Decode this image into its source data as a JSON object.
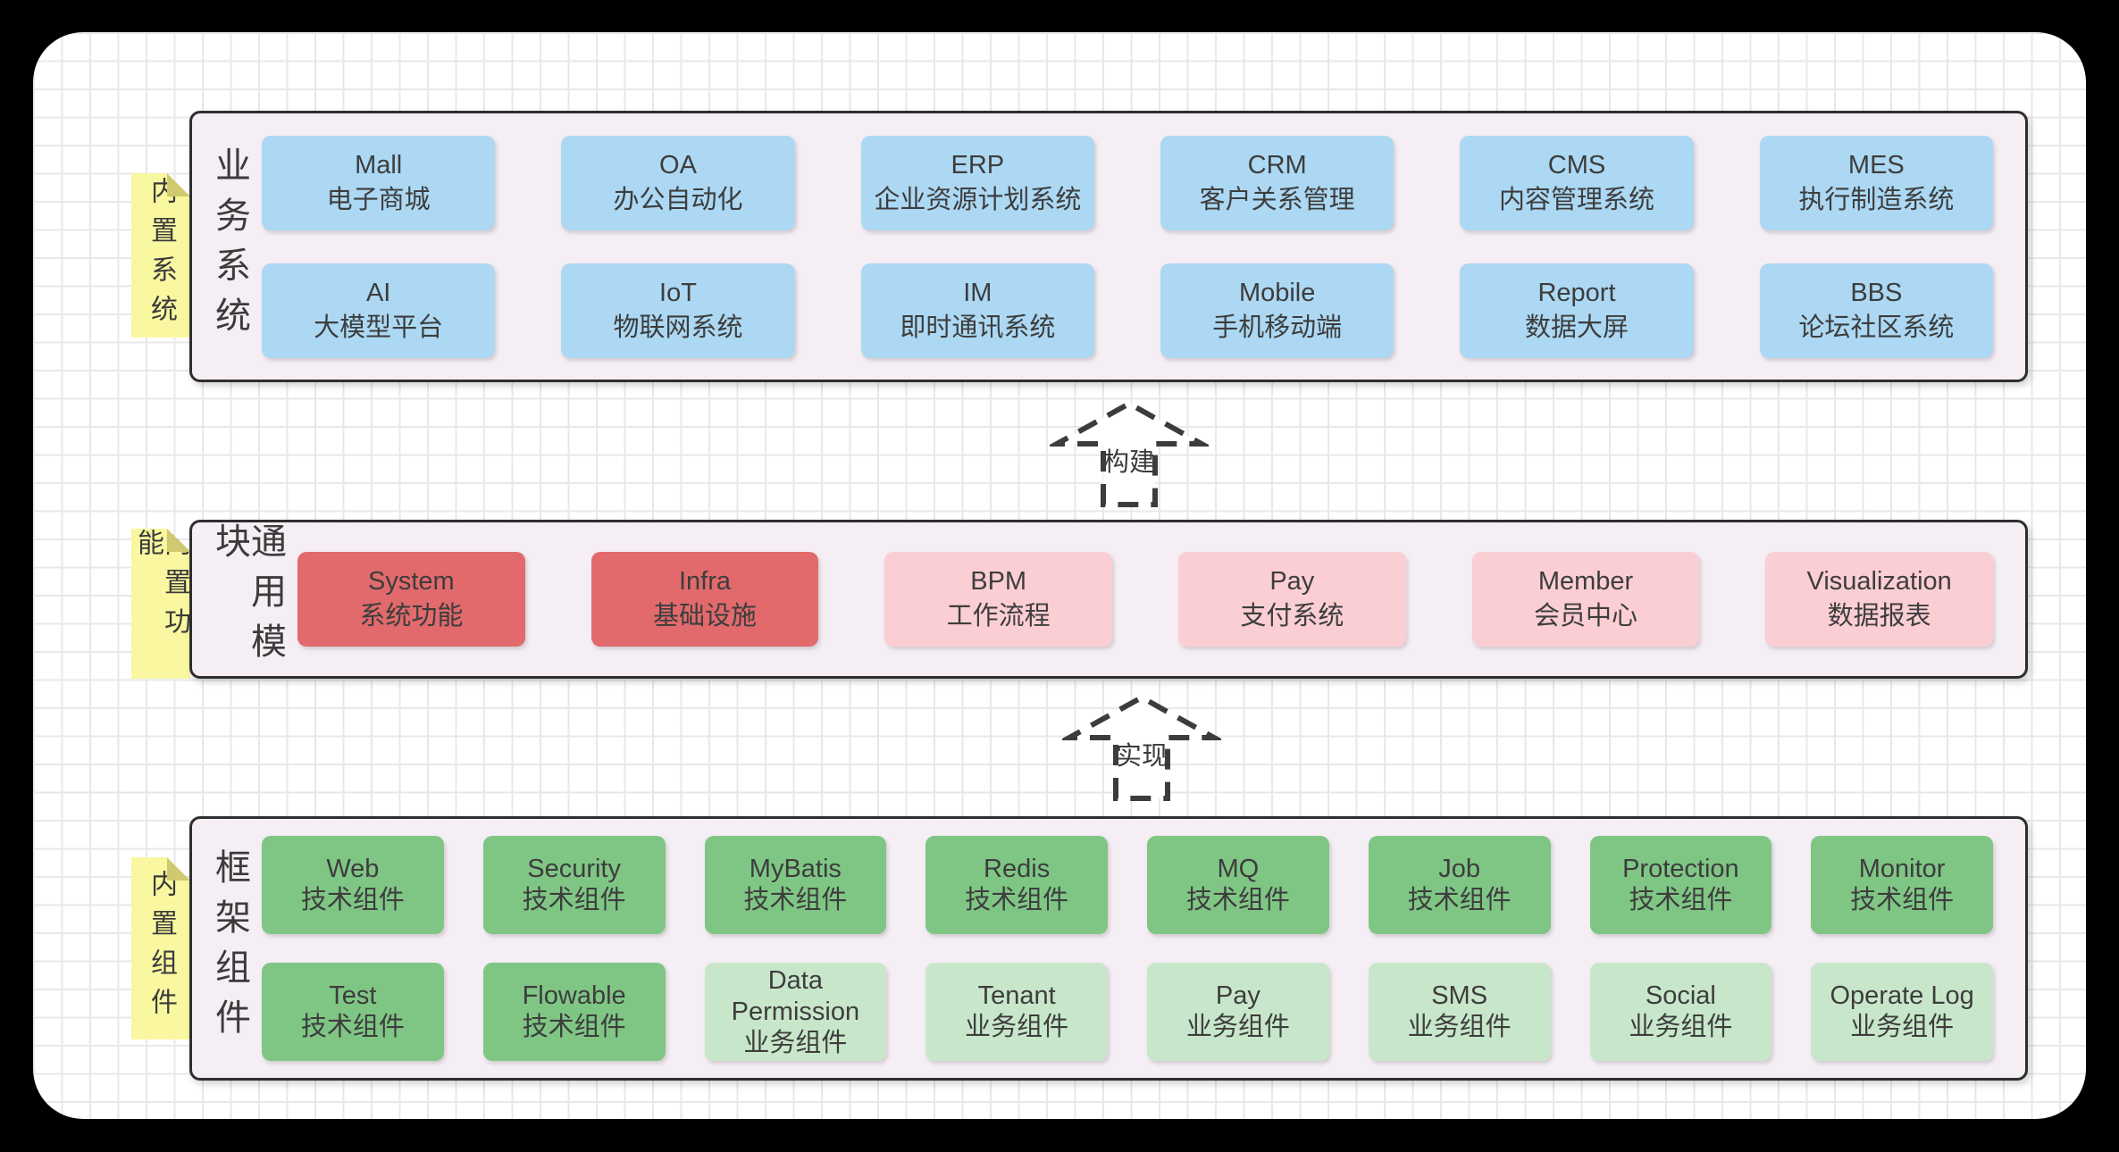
{
  "layers": [
    {
      "sticky": "内置系统",
      "label": "业务系统",
      "columns": 6,
      "boxes": [
        {
          "en": "Mall",
          "zh": "电子商城",
          "variant": "blue"
        },
        {
          "en": "OA",
          "zh": "办公自动化",
          "variant": "blue"
        },
        {
          "en": "ERP",
          "zh": "企业资源计划系统",
          "variant": "blue"
        },
        {
          "en": "CRM",
          "zh": "客户关系管理",
          "variant": "blue"
        },
        {
          "en": "CMS",
          "zh": "内容管理系统",
          "variant": "blue"
        },
        {
          "en": "MES",
          "zh": "执行制造系统",
          "variant": "blue"
        },
        {
          "en": "AI",
          "zh": "大模型平台",
          "variant": "blue"
        },
        {
          "en": "IoT",
          "zh": "物联网系统",
          "variant": "blue"
        },
        {
          "en": "IM",
          "zh": "即时通讯系统",
          "variant": "blue"
        },
        {
          "en": "Mobile",
          "zh": "手机移动端",
          "variant": "blue"
        },
        {
          "en": "Report",
          "zh": "数据大屏",
          "variant": "blue"
        },
        {
          "en": "BBS",
          "zh": "论坛社区系统",
          "variant": "blue"
        }
      ]
    },
    {
      "sticky": "内置功能",
      "label": "通用模块",
      "columns": 6,
      "boxes": [
        {
          "en": "System",
          "zh": "系统功能",
          "variant": "red-dark"
        },
        {
          "en": "Infra",
          "zh": "基础设施",
          "variant": "red-dark"
        },
        {
          "en": "BPM",
          "zh": "工作流程",
          "variant": "red-light"
        },
        {
          "en": "Pay",
          "zh": "支付系统",
          "variant": "red-light"
        },
        {
          "en": "Member",
          "zh": "会员中心",
          "variant": "red-light"
        },
        {
          "en": "Visualization",
          "zh": "数据报表",
          "variant": "red-light"
        }
      ]
    },
    {
      "sticky": "内置组件",
      "label": "框架组件",
      "columns": 8,
      "boxes": [
        {
          "en": "Web",
          "zh": "技术组件",
          "variant": "green-dark"
        },
        {
          "en": "Security",
          "zh": "技术组件",
          "variant": "green-dark"
        },
        {
          "en": "MyBatis",
          "zh": "技术组件",
          "variant": "green-dark"
        },
        {
          "en": "Redis",
          "zh": "技术组件",
          "variant": "green-dark"
        },
        {
          "en": "MQ",
          "zh": "技术组件",
          "variant": "green-dark"
        },
        {
          "en": "Job",
          "zh": "技术组件",
          "variant": "green-dark"
        },
        {
          "en": "Protection",
          "zh": "技术组件",
          "variant": "green-dark"
        },
        {
          "en": "Monitor",
          "zh": "技术组件",
          "variant": "green-dark"
        },
        {
          "en": "Test",
          "zh": "技术组件",
          "variant": "green-dark"
        },
        {
          "en": "Flowable",
          "zh": "技术组件",
          "variant": "green-dark"
        },
        {
          "en": "Data Permission",
          "zh": "业务组件",
          "variant": "green-light"
        },
        {
          "en": "Tenant",
          "zh": "业务组件",
          "variant": "green-light"
        },
        {
          "en": "Pay",
          "zh": "业务组件",
          "variant": "green-light"
        },
        {
          "en": "SMS",
          "zh": "业务组件",
          "variant": "green-light"
        },
        {
          "en": "Social",
          "zh": "业务组件",
          "variant": "green-light"
        },
        {
          "en": "Operate Log",
          "zh": "业务组件",
          "variant": "green-light"
        }
      ]
    }
  ],
  "arrows": [
    {
      "label": "构建"
    },
    {
      "label": "实现"
    }
  ],
  "colors": {
    "blue": "#ACD8F3",
    "red_dark": "#E26A6C",
    "red_light": "#FBCED4",
    "green_dark": "#7FC685",
    "green_light": "#C8E7CA",
    "sticky": "#FAF7A1",
    "sticky_fold": "#CFC96F",
    "panel": "#F5EEF4",
    "border": "#2E2E2E",
    "text": "#3D3D3D"
  }
}
